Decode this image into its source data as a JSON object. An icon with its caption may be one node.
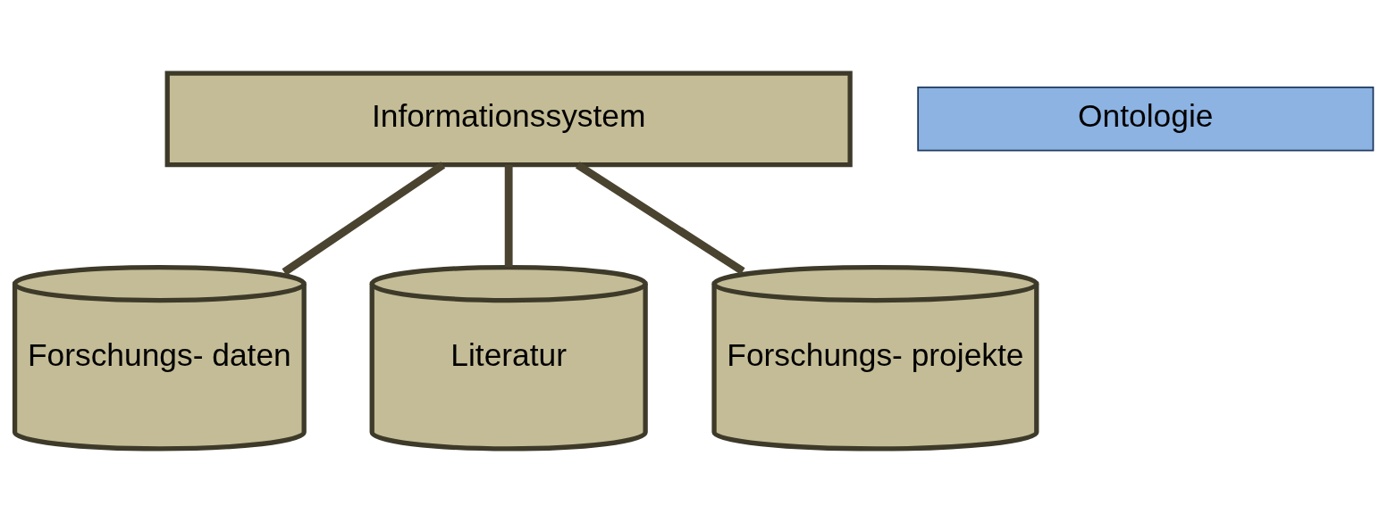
{
  "diagram": {
    "nodes": [
      {
        "text": [
          "Informationssystem"
        ]
      },
      {
        "text": [
          "Ontologie"
        ]
      },
      {
        "text": [
          "Forschungs- daten"
        ]
      },
      {
        "text": [
          "Literatur"
        ]
      },
      {
        "text": [
          "Forschungs- projekte"
        ]
      }
    ],
    "edges": [
      {
        "from": 0,
        "to": 2,
        "arrow": "none"
      },
      {
        "from": 0,
        "to": 3,
        "arrow": "none"
      },
      {
        "from": 0,
        "to": 4,
        "arrow": "none"
      }
    ]
  }
}
